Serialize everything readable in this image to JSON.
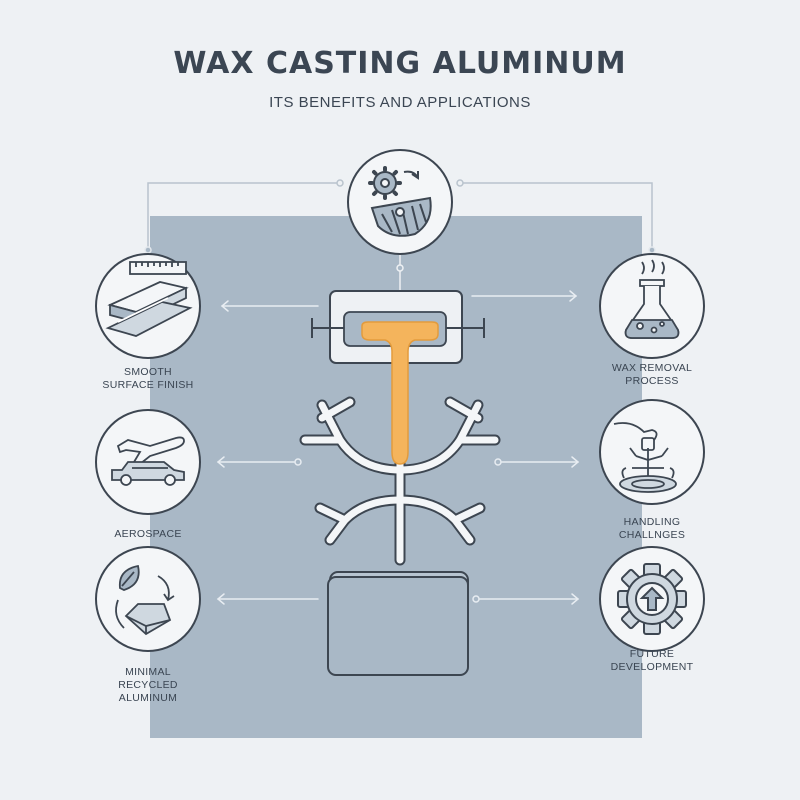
{
  "header": {
    "title": "WAX CASTING ALUMINUM",
    "subtitle": "ITS BENEFITS AND APPLICATIONS"
  },
  "labels": {
    "smooth_surface": "SMOOTH\nSURFACE FINISH",
    "aerospace": "AEROSPACE",
    "recycled": "MINIMAL\nRECYCLED\nALUMINUM",
    "wax_removal": "WAX REMOVAL\nPROCESS",
    "handling": "HANDLING\nCHALLNGES",
    "future": "FUTURE\nDEVELOPMENT"
  },
  "icons": {
    "top": "gear-turbine-icon",
    "smooth_surface": "ruler-plate-icon",
    "aerospace": "plane-car-icon",
    "recycled": "leaf-ingot-icon",
    "wax_removal": "flask-icon",
    "handling": "hand-tree-icon",
    "future": "gear-arrow-icon"
  },
  "colors": {
    "background": "#eef1f4",
    "panel": "#a9b8c6",
    "stroke": "#3d4651",
    "molten_metal": "#f4b45c"
  }
}
